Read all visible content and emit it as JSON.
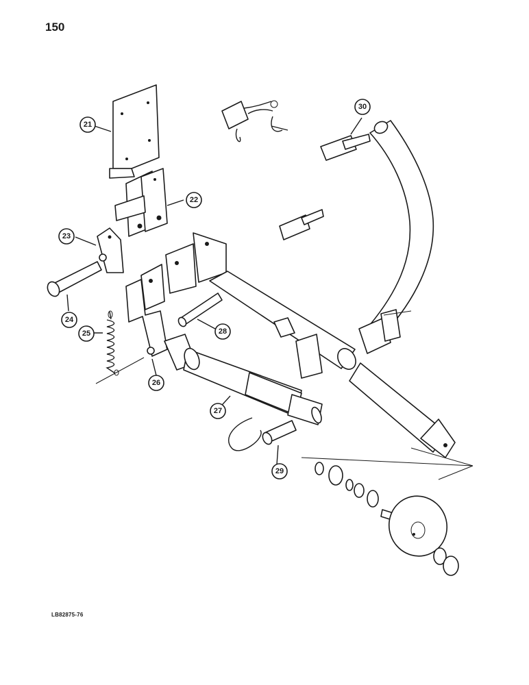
{
  "page": {
    "number": "150",
    "drawing_code": "LB82875-76"
  },
  "callouts": [
    {
      "id": "21",
      "part": "mounting-plate"
    },
    {
      "id": "22",
      "part": "bracket"
    },
    {
      "id": "23",
      "part": "plate"
    },
    {
      "id": "24",
      "part": "pin"
    },
    {
      "id": "25",
      "part": "spring"
    },
    {
      "id": "26",
      "part": "link-bracket"
    },
    {
      "id": "27",
      "part": "cylinder"
    },
    {
      "id": "28",
      "part": "pin"
    },
    {
      "id": "29",
      "part": "pin"
    },
    {
      "id": "30",
      "part": "hinge"
    }
  ]
}
